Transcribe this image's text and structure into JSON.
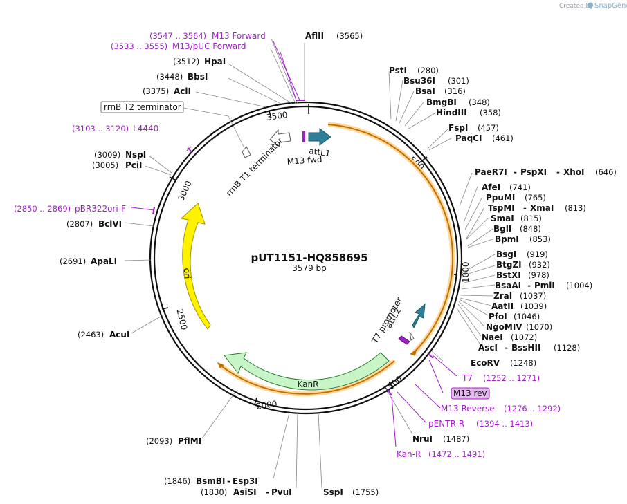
{
  "credit": {
    "prefix": "Created by",
    "brand": "SnapGene"
  },
  "plasmid": {
    "name": "pUT1151-HQ858695",
    "length": "3579 bp"
  },
  "ticks": [
    "500",
    "1000",
    "1500",
    "2000",
    "2500",
    "3000",
    "3500"
  ],
  "features": {
    "attL1": "attL1",
    "m13fwd": "M13 fwd",
    "rrnB_T1": "rrnB T1 terminator",
    "rrnB_T2": "rrnB T2 terminator",
    "t7prom": "T7 promoter",
    "attL2": "attL2",
    "kanr": "KanR",
    "ori": "ori"
  },
  "enzymes": {
    "aflII": {
      "name": "AflII",
      "pos": "(3565)"
    },
    "hpaI": {
      "name": "HpaI",
      "pos": "(3512)"
    },
    "bbsI": {
      "name": "BbsI",
      "pos": "(3448)"
    },
    "aclI": {
      "name": "AclI",
      "pos": "(3375)"
    },
    "nspI": {
      "name": "NspI",
      "pos": "(3009)"
    },
    "pciI": {
      "name": "PciI",
      "pos": "(3005)"
    },
    "bclVI": {
      "name": "BclVI",
      "pos": "(2807)"
    },
    "apaLI": {
      "name": "ApaLI",
      "pos": "(2691)"
    },
    "acuI": {
      "name": "AcuI",
      "pos": "(2463)"
    },
    "pflMI": {
      "name": "PflMI",
      "pos": "(2093)"
    },
    "bsmBI": {
      "name": "BsmBI",
      "pos": "(1846)"
    },
    "esp3I": {
      "name": "Esp3I"
    },
    "asiSI": {
      "name": "AsiSI",
      "pos": "(1830)"
    },
    "pvuI": {
      "name": "PvuI"
    },
    "sspI": {
      "name": "SspI",
      "pos": "(1755)"
    },
    "nruI": {
      "name": "NruI",
      "pos": "(1487)"
    },
    "ecoRV": {
      "name": "EcoRV",
      "pos": "(1248)"
    },
    "ascI": {
      "name": "AscI",
      "pos": "(1128)"
    },
    "bssHII": {
      "name": "BssHII"
    },
    "naeI": {
      "name": "NaeI",
      "pos": "(1072)"
    },
    "ngoMIV": {
      "name": "NgoMIV",
      "pos": "(1070)"
    },
    "pfoI": {
      "name": "PfoI",
      "pos": "(1046)"
    },
    "aatII": {
      "name": "AatII",
      "pos": "(1039)"
    },
    "zraI": {
      "name": "ZraI",
      "pos": "(1037)"
    },
    "bsaAI": {
      "name": "BsaAI",
      "pos": "(1004)"
    },
    "pmlI": {
      "name": "PmlI"
    },
    "bstXI": {
      "name": "BstXI",
      "pos": "(978)"
    },
    "btgZI": {
      "name": "BtgZI",
      "pos": "(932)"
    },
    "bsgI": {
      "name": "BsgI",
      "pos": "(919)"
    },
    "bpmI": {
      "name": "BpmI",
      "pos": "(853)"
    },
    "bglI": {
      "name": "BglI",
      "pos": "(848)"
    },
    "smaI": {
      "name": "SmaI",
      "pos": "(815)"
    },
    "tspMI": {
      "name": "TspMI",
      "pos": "(813)"
    },
    "xmaI": {
      "name": "XmaI"
    },
    "ppuMI": {
      "name": "PpuMI",
      "pos": "(765)"
    },
    "afeI": {
      "name": "AfeI",
      "pos": "(741)"
    },
    "paeR7I": {
      "name": "PaeR7I",
      "pos": "(646)"
    },
    "pspXI": {
      "name": "PspXI"
    },
    "xhoI": {
      "name": "XhoI"
    },
    "paqCI": {
      "name": "PaqCI",
      "pos": "(461)"
    },
    "fspI": {
      "name": "FspI",
      "pos": "(457)"
    },
    "hindIII": {
      "name": "HindIII",
      "pos": "(358)"
    },
    "bmgBI": {
      "name": "BmgBI",
      "pos": "(348)"
    },
    "bsaI": {
      "name": "BsaI",
      "pos": "(316)"
    },
    "bsu36I": {
      "name": "Bsu36I",
      "pos": "(301)"
    },
    "pstI": {
      "name": "PstI",
      "pos": "(280)"
    }
  },
  "primers": {
    "m13fwd": {
      "name": "M13 Forward",
      "pos": "(3547 .. 3564)"
    },
    "m13puc": {
      "name": "M13/pUC Forward",
      "pos": "(3533 .. 3555)"
    },
    "l4440": {
      "name": "L4440",
      "pos": "(3103 .. 3120)"
    },
    "pbr322": {
      "name": "pBR322ori-F",
      "pos": "(2850 .. 2869)"
    },
    "t7": {
      "name": "T7",
      "pos": "(1252 .. 1271)"
    },
    "m13rev": {
      "name": "M13 rev"
    },
    "m13reverse": {
      "name": "M13 Reverse",
      "pos": "(1276 .. 1292)"
    },
    "pentr": {
      "name": "pENTR-R",
      "pos": "(1394 .. 1413)"
    },
    "kanR": {
      "name": "Kan-R",
      "pos": "(1472 .. 1491)"
    }
  },
  "colors": {
    "backbone": "#111111",
    "feature_arrow": "#fff200",
    "kanr_fill": "#c8f5c8",
    "att_fill": "#2e7f99",
    "primer": "#a020c8",
    "orf": "#f0a030"
  }
}
